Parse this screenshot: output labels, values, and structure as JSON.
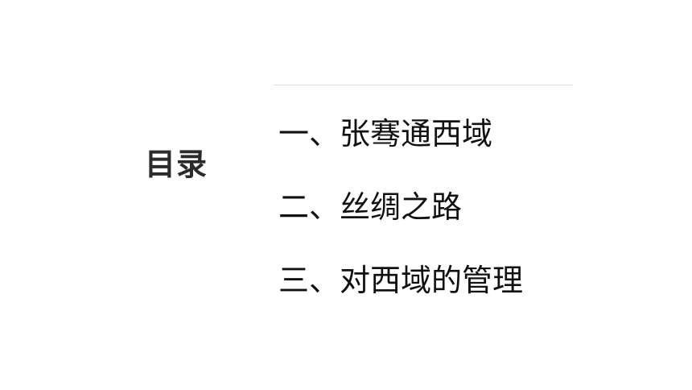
{
  "slide": {
    "title": "目录",
    "items": [
      {
        "label": "一、张骞通西域"
      },
      {
        "label": "二、丝绸之路"
      },
      {
        "label": "三、对西域的管理"
      }
    ],
    "colors": {
      "background": "#ffffff",
      "title": "#2b2b2b",
      "item_text": "#111111",
      "divider": "#dcdcdc"
    }
  }
}
